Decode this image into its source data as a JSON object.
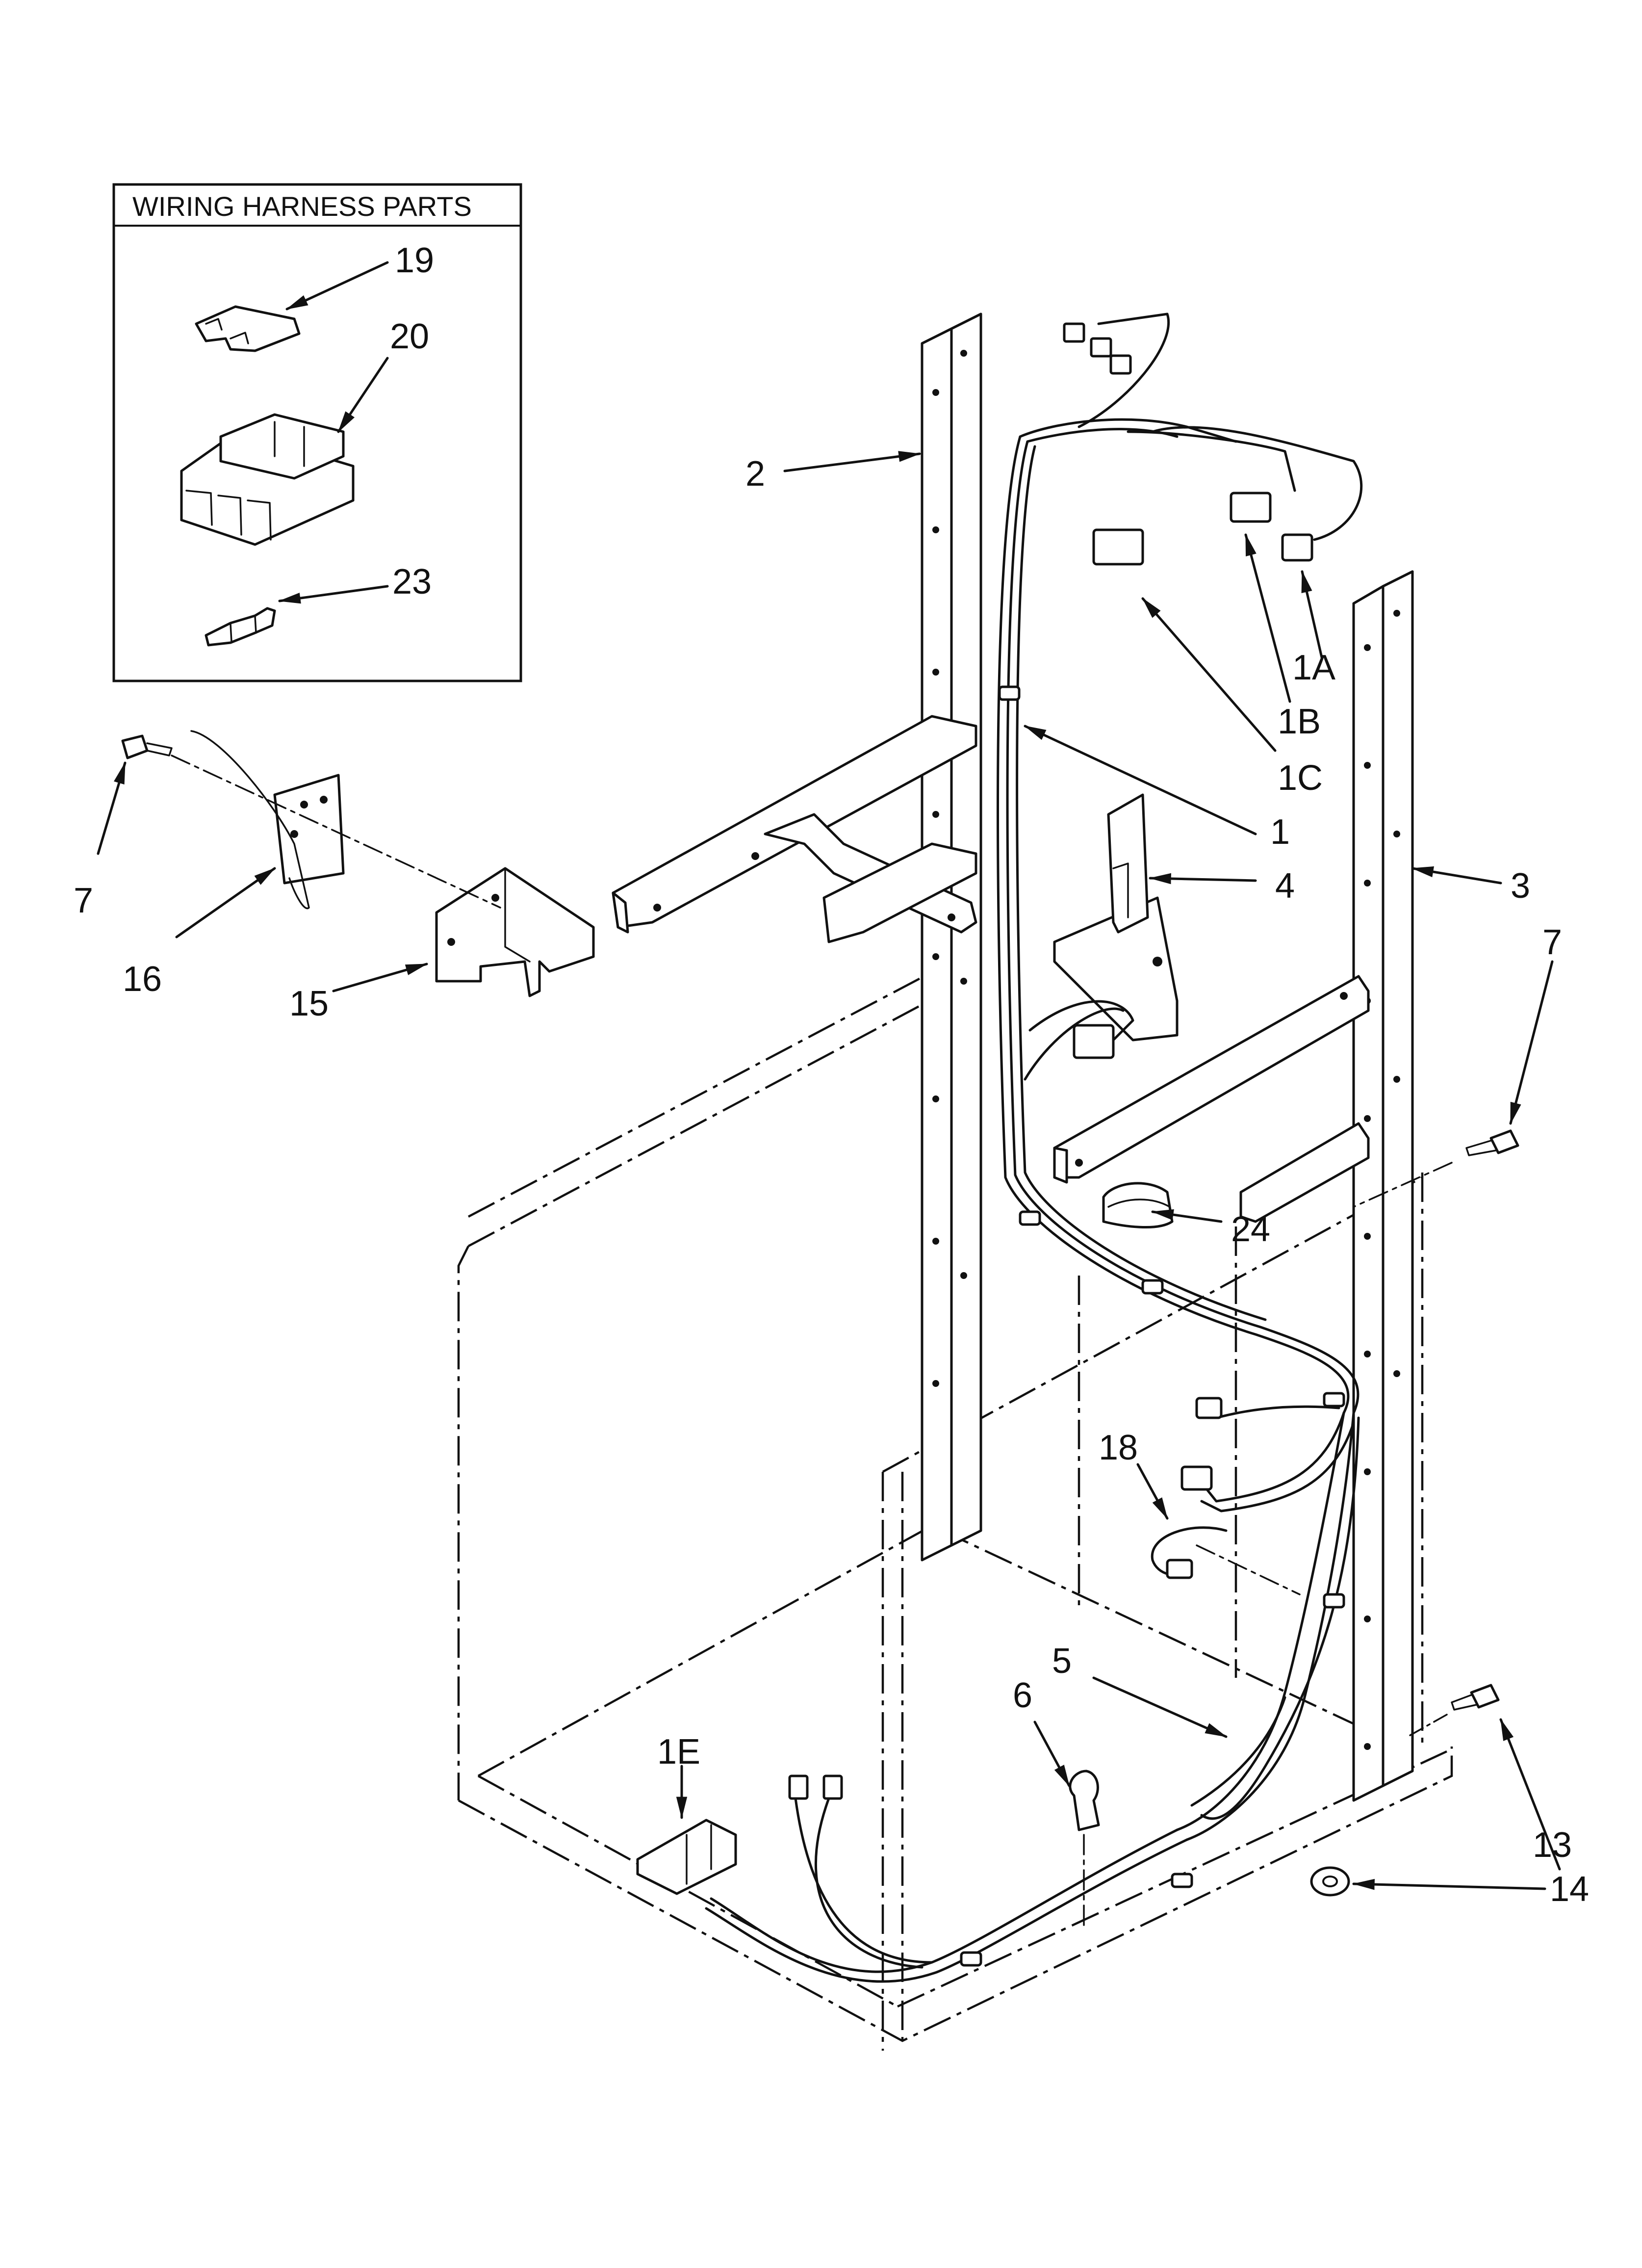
{
  "box": {
    "title": "WIRING HARNESS PARTS"
  },
  "callouts": {
    "c19": "19",
    "c20": "20",
    "c23": "23",
    "c2": "2",
    "c1A": "1A",
    "c1B": "1B",
    "c1C": "1C",
    "c1": "1",
    "c4": "4",
    "c3": "3",
    "c7a": "7",
    "c7b": "7",
    "c16": "16",
    "c15": "15",
    "c24": "24",
    "c18": "18",
    "c5": "5",
    "c6": "6",
    "c1E": "1E",
    "c13": "13",
    "c14": "14"
  }
}
